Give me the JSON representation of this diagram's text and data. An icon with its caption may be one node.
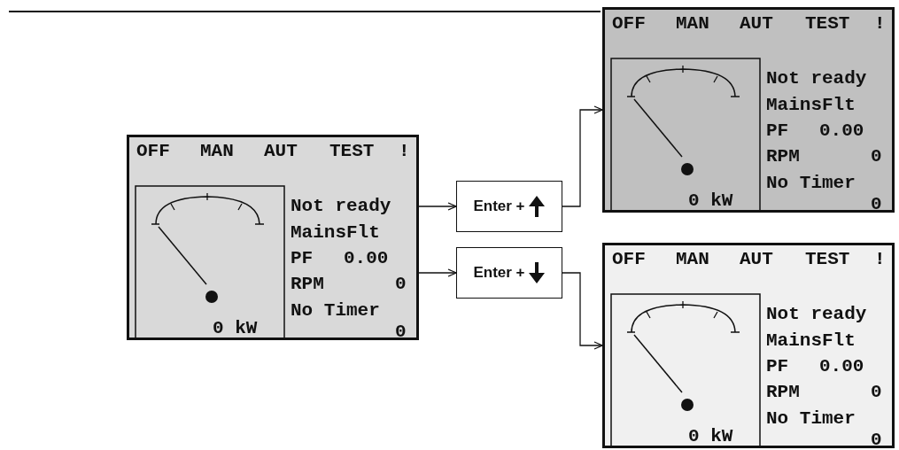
{
  "diagram": {
    "nodes": [
      {
        "text": [
          "OFF",
          "MAN",
          "AUT",
          "TEST",
          "!",
          "0 kW",
          "Not ready",
          "MainsFlt",
          "PF",
          "0.00",
          "RPM",
          "0",
          "No Timer",
          "0"
        ]
      },
      {
        "text": [
          "Enter +"
        ]
      },
      {
        "text": [
          "Enter +"
        ]
      },
      {
        "text": [
          "OFF",
          "MAN",
          "AUT",
          "TEST",
          "!",
          "0 kW",
          "Not ready",
          "MainsFlt",
          "PF",
          "0.00",
          "RPM",
          "0",
          "No Timer",
          "0"
        ]
      },
      {
        "text": [
          "OFF",
          "MAN",
          "AUT",
          "TEST",
          "!",
          "0 kW",
          "Not ready",
          "MainsFlt",
          "PF",
          "0.00",
          "RPM",
          "0",
          "No Timer",
          "0"
        ]
      }
    ],
    "edges": [
      {
        "from": 0,
        "to": 1,
        "arrow": "to"
      },
      {
        "from": 1,
        "to": 3,
        "arrow": "to"
      },
      {
        "from": 0,
        "to": 2,
        "arrow": "to"
      },
      {
        "from": 2,
        "to": 4,
        "arrow": "to"
      }
    ]
  }
}
